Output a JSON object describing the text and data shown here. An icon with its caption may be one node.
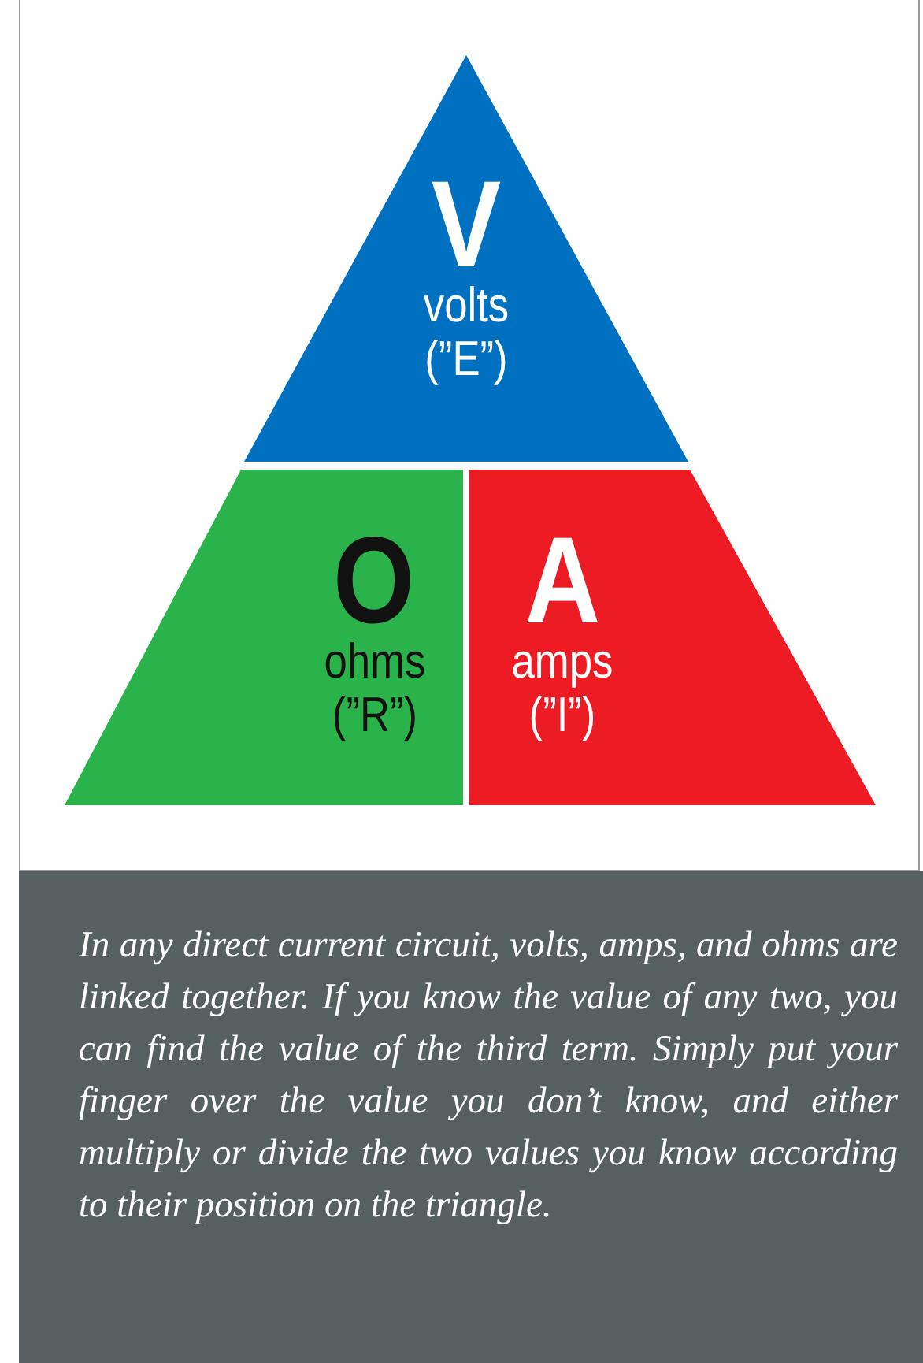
{
  "diagram": {
    "caption": "In any direct current circuit, volts, amps, and ohms are linked together. If you know the value of any two, you can find the value of the third term. Simply put your finger over the value you don’t know, and either multiply or divide the two values you know according to their position on the triangle.",
    "nodes": [
      {
        "text": [
          "V",
          "volts (”E”)"
        ]
      },
      {
        "text": [
          "O",
          "ohms (”R”)"
        ]
      },
      {
        "text": [
          "A",
          "amps (”I”)"
        ]
      }
    ]
  }
}
